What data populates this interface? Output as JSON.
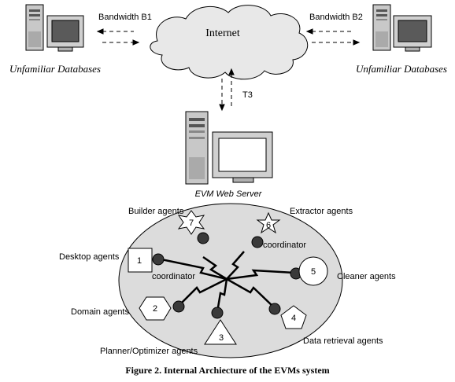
{
  "caption": "Figure 2. Internal Archiecture of the EVMs system",
  "cloud_label": "Internet",
  "links": {
    "left": "Bandwidth B1",
    "right": "Bandwidth B2",
    "server": "T3"
  },
  "computers": {
    "left_label": "Unfamiliar Databases",
    "right_label": "Unfamiliar Databases",
    "server_label": "EVM Web Server"
  },
  "agents": {
    "builder": "Builder agents",
    "extractor": "Extractor agents",
    "desktop": "Desktop agents",
    "cleaner": "Cleaner agents",
    "domain": "Domain agents",
    "data_retrieval": "Data retrieval agents",
    "planner": "Planner/Optimizer agents",
    "coordinator_top": "coordinator",
    "coordinator_left": "coordinator"
  },
  "agent_numbers": {
    "desktop": "1",
    "domain": "2",
    "planner": "3",
    "data_retrieval": "4",
    "cleaner": "5",
    "extractor": "6",
    "builder": "7"
  }
}
